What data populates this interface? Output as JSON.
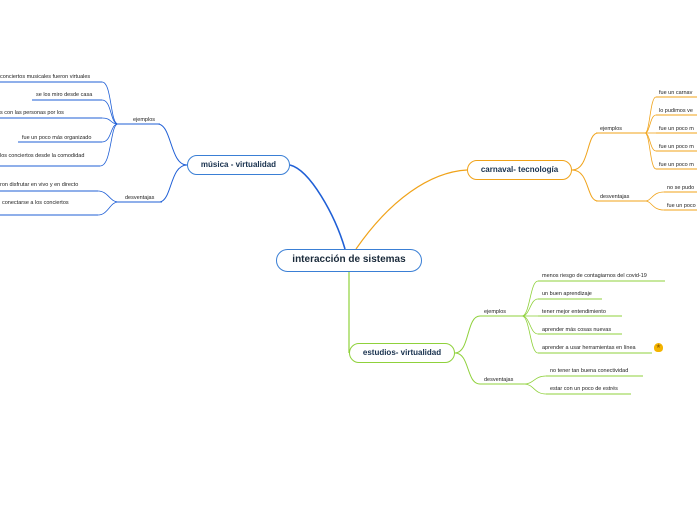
{
  "root": "interacción de sistemas",
  "branches": {
    "musica": {
      "title": "música - virtualidad",
      "ejemplos_label": "ejemplos",
      "ejemplos": [
        "conciertos musicales fueron virtuales",
        "se los miro desde casa",
        "s con las personas por los",
        "fue un poco más organizado",
        "los conciertos desde la comodidad"
      ],
      "desventajas_label": "desventajas",
      "desventajas": [
        "ron disfrutar en vivo y en directo",
        "conectarse a los conciertos"
      ]
    },
    "carnaval": {
      "title": "carnaval- tecnología",
      "ejemplos_label": "ejemplos",
      "ejemplos": [
        "fue un carnav",
        "lo pudimos ve",
        "fue un poco m",
        "fue un poco m",
        "fue un poco m"
      ],
      "desventajas_label": "desventajas",
      "desventajas": [
        "no se pudo",
        "fue un poco"
      ]
    },
    "estudios": {
      "title": "estudios- virtualidad",
      "ejemplos_label": "ejemplos",
      "ejemplos": [
        "menos riesgo de contagiarnos del covid-19",
        "un buen aprendizaje",
        "tener mejor entendimiento",
        "aprender más cosas nuevas",
        "aprender a usar herramientas en línea"
      ],
      "desventajas_label": "desventajas",
      "desventajas": [
        "no tener tan buena conectividad",
        "estar con un poco de estrés"
      ]
    }
  },
  "colors": {
    "musica": "#1f5fd6",
    "carnaval": "#f0a31a",
    "estudios": "#8fd13b"
  },
  "icons": {
    "estudios_last_item": "star-icon"
  }
}
